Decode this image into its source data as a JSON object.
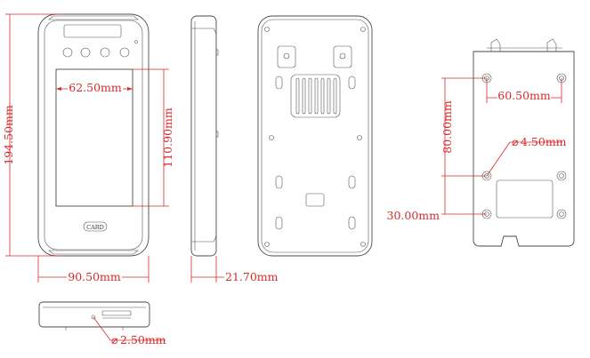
{
  "dimensions": {
    "height": "194.50mm",
    "screen_width": "62.50mm",
    "screen_height": "110.90mm",
    "width": "90.50mm",
    "depth": "21.70mm",
    "hole_diameter_side": "2.50mm",
    "mount_hole_spacing_h": "60.50mm",
    "mount_hole_spacing_v": "80.00mm",
    "mount_hole_diameter": "4.50mm",
    "mount_bottom_offset": "30.00mm"
  },
  "labels": {
    "card": "CARD",
    "diameter_symbol": "⌀"
  },
  "colors": {
    "dimension": "#d62a2a",
    "outline": "#4a4a4a"
  }
}
